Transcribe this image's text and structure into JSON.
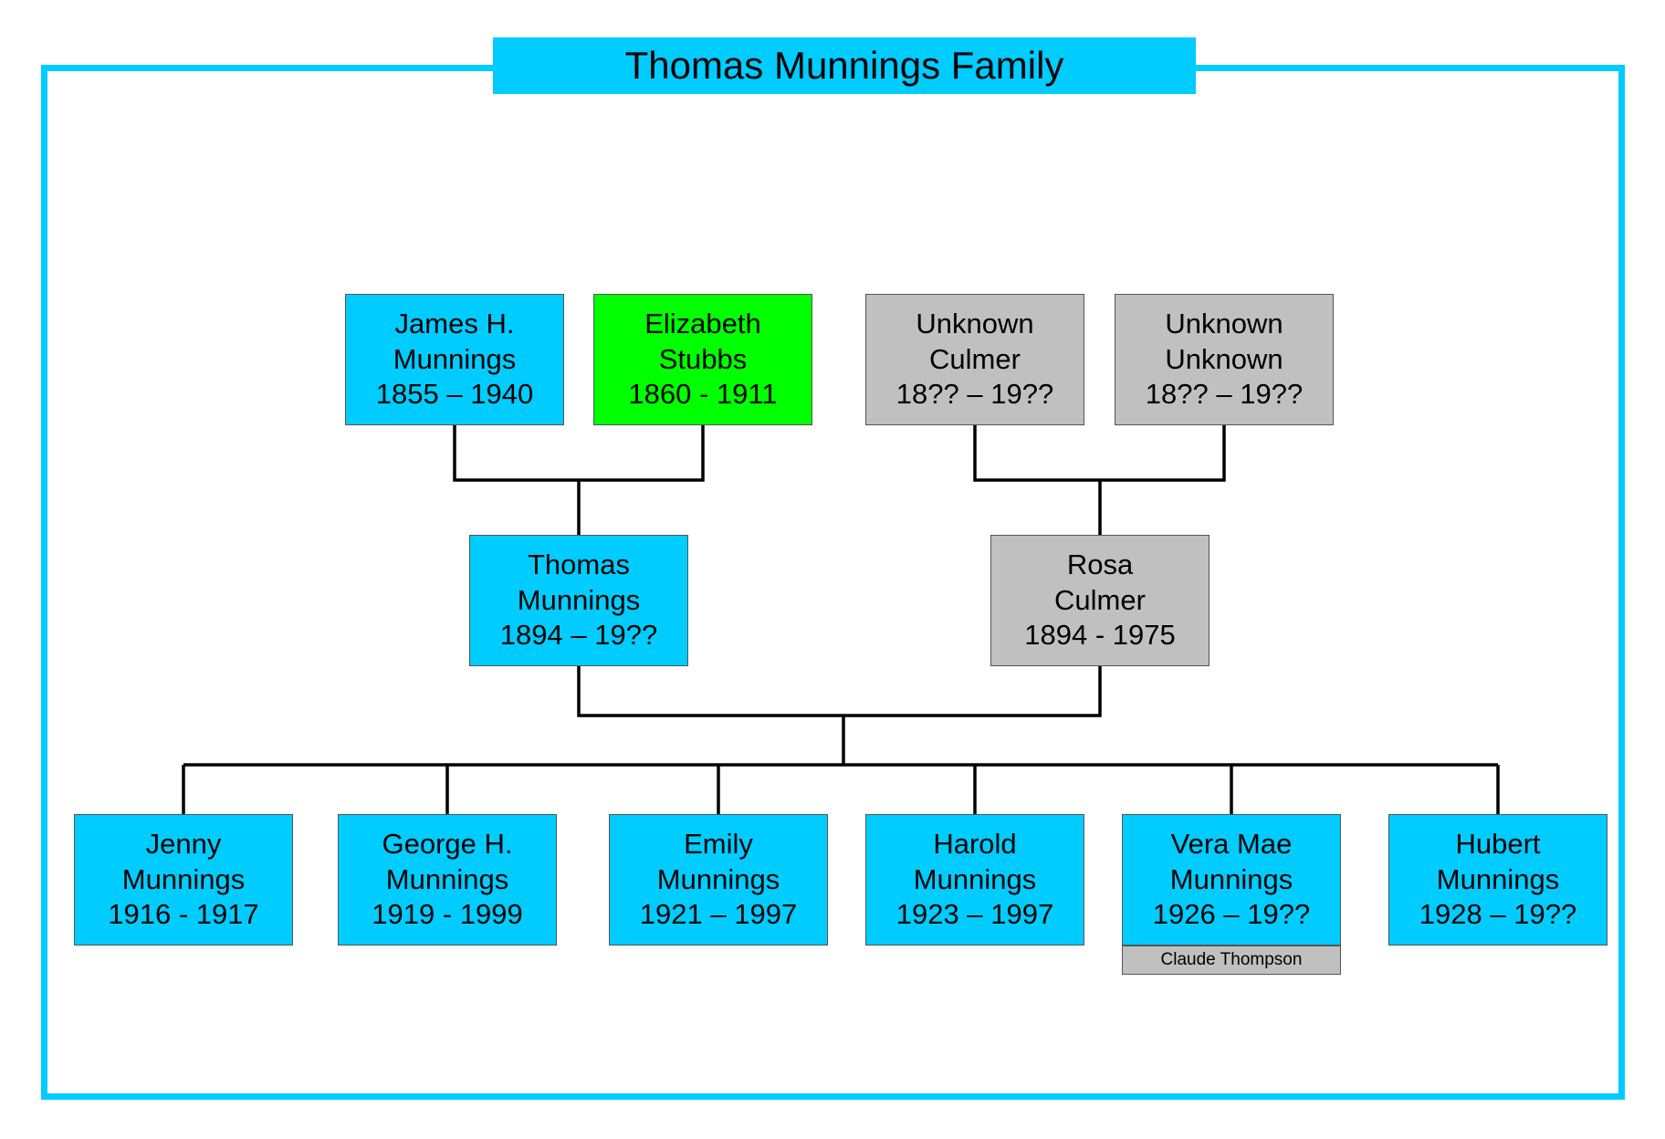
{
  "title": "Thomas Munnings Family",
  "colors": {
    "frame": "#00ccff",
    "blue": "#00ccff",
    "green": "#00ff00",
    "gray": "#c0c0c0",
    "line": "#000000"
  },
  "grandparents": {
    "paternal_grandfather": {
      "first": "James H.",
      "last": "Munnings",
      "years": "1855 – 1940",
      "color": "blue"
    },
    "paternal_grandmother": {
      "first": "Elizabeth",
      "last": "Stubbs",
      "years": "1860 - 1911",
      "color": "green"
    },
    "maternal_grandfather": {
      "first": "Unknown",
      "last": "Culmer",
      "years": "18?? – 19??",
      "color": "gray"
    },
    "maternal_grandmother": {
      "first": "Unknown",
      "last": "Unknown",
      "years": "18?? – 19??",
      "color": "gray"
    }
  },
  "parents": {
    "father": {
      "first": "Thomas",
      "last": "Munnings",
      "years": "1894 – 19??",
      "color": "blue"
    },
    "mother": {
      "first": "Rosa",
      "last": "Culmer",
      "years": "1894 - 1975",
      "color": "gray"
    }
  },
  "children": [
    {
      "first": "Jenny",
      "last": "Munnings",
      "years": "1916 - 1917",
      "color": "blue"
    },
    {
      "first": "George H.",
      "last": "Munnings",
      "years": "1919 - 1999",
      "color": "blue"
    },
    {
      "first": "Emily",
      "last": "Munnings",
      "years": "1921 – 1997",
      "color": "blue"
    },
    {
      "first": "Harold",
      "last": "Munnings",
      "years": "1923 – 1997",
      "color": "blue"
    },
    {
      "first": "Vera Mae",
      "last": "Munnings",
      "years": "1926 – 19??",
      "color": "blue",
      "spouse": "Claude Thompson"
    },
    {
      "first": "Hubert",
      "last": "Munnings",
      "years": "1928 – 19??",
      "color": "blue"
    }
  ]
}
